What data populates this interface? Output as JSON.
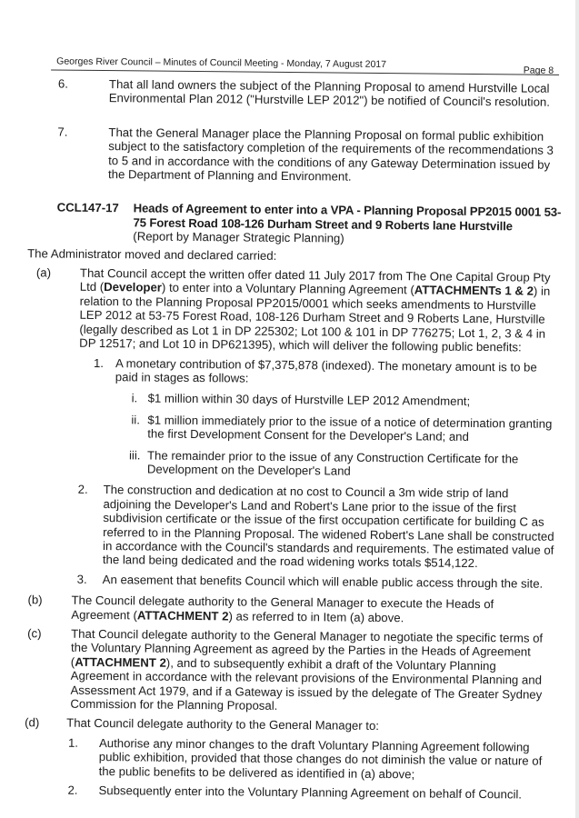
{
  "header": {
    "title": "Georges River Council – Minutes of Council Meeting - Monday, 7 August 2017",
    "page": "Page 8"
  },
  "items": [
    {
      "num": "6.",
      "text": "That all land owners the subject of the Planning Proposal to amend Hurstville Local Environmental Plan 2012 (\"Hurstville LEP 2012\") be notified of Council's resolution."
    },
    {
      "num": "7.",
      "text": "That the General Manager place the Planning Proposal on formal public exhibition subject to the satisfactory completion of the requirements of the recommendations 3 to 5 and in accordance with the conditions of any Gateway Determination issued by the Department of Planning and Environment."
    }
  ],
  "section": {
    "code": "CCL147-17",
    "title": "Heads of Agreement to enter into a VPA - Planning Proposal PP2015 0001 53-75 Forest Road 108-126 Durham Street and 9 Roberts lane Hurstville",
    "subtitle": "(Report by Manager Strategic Planning)",
    "motion": "The Administrator moved and declared carried:"
  },
  "a": {
    "label": "(a)",
    "t1": "That Council accept the written offer dated 11 July 2017 from The One Capital Group Pty Ltd (",
    "t1b": "Developer",
    "t2": ") to enter into a Voluntary Planning Agreement (",
    "t2b": "ATTACHMENTs 1 & 2",
    "t3": ") in relation to the Planning Proposal PP2015/0001 which seeks amendments to Hurstville LEP 2012 at 53-75 Forest Road, 108-126 Durham Street and 9 Roberts Lane, Hurstville (legally described as Lot 1 in DP 225302; Lot 100 & 101 in DP 776275; Lot 1, 2, 3 & 4 in DP 12517; and Lot 10 in DP621395), which will deliver the following public benefits:",
    "sub": [
      {
        "num": "1.",
        "text": "A monetary contribution of $7,375,878 (indexed). The monetary amount is to be paid in stages as follows:"
      },
      {
        "num": "2.",
        "text": "The construction and dedication at no cost to Council a 3m wide strip of land adjoining the Developer's Land and Robert's Lane prior to the issue of the first subdivision certificate or the issue of the first occupation certificate for building C as referred to in the Planning Proposal. The widened Robert's Lane shall be constructed in accordance with the Council's standards and requirements. The estimated value of the land being dedicated and the road widening works totals $514,122."
      },
      {
        "num": "3.",
        "text": "An easement that benefits Council which will enable public access through the site."
      }
    ],
    "stages": [
      {
        "num": "i.",
        "text": "$1 million within 30 days of Hurstville LEP 2012 Amendment;"
      },
      {
        "num": "ii.",
        "text": "$1 million immediately prior to the issue of a notice of determination granting the first Development Consent for the Developer's Land; and"
      },
      {
        "num": "iii.",
        "text": "The remainder prior to the issue of any Construction Certificate for the Development on the Developer's Land"
      }
    ]
  },
  "b": {
    "label": "(b)",
    "t1": "The Council delegate authority to the General Manager to execute the Heads of Agreement (",
    "t1b": "ATTACHMENT 2",
    "t2": ") as referred to in Item (a) above."
  },
  "c": {
    "label": "(c)",
    "t1": "That Council delegate authority to the General Manager to negotiate the specific terms of the Voluntary Planning Agreement as agreed by the Parties in the Heads of Agreement (",
    "t1b": "ATTACHMENT 2",
    "t2": "), and to subsequently exhibit a draft of the Voluntary Planning Agreement in accordance with the relevant provisions of the Environmental Planning and Assessment Act 1979, and if a Gateway is issued by the delegate of The Greater Sydney Commission for the Planning Proposal."
  },
  "d": {
    "label": "(d)",
    "text": "That Council delegate authority to the General Manager to:",
    "sub": [
      {
        "num": "1.",
        "text": "Authorise any minor changes to the draft Voluntary Planning Agreement following public exhibition, provided that those changes do not diminish the value or nature of the public benefits to be delivered as identified in (a) above;"
      },
      {
        "num": "2.",
        "text": "Subsequently enter into the Voluntary Planning Agreement on behalf of Council."
      }
    ]
  }
}
